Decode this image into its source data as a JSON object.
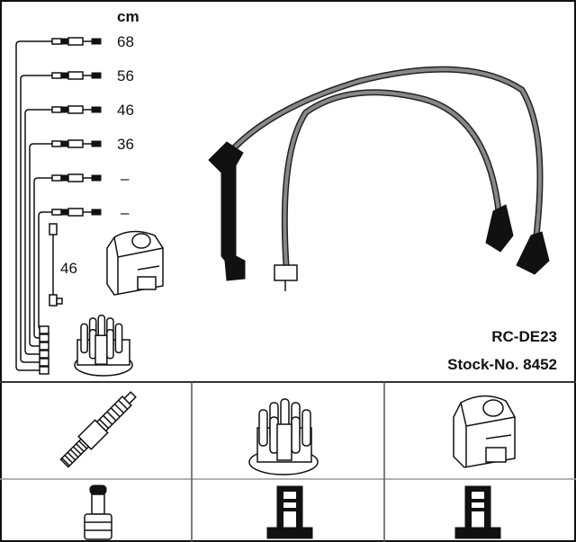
{
  "product": {
    "name": "RC-DE23",
    "stock_number": "Stock-No. 8452"
  },
  "lengths": {
    "unit": "cm",
    "leads": [
      "68",
      "56",
      "46",
      "36",
      "–",
      "–"
    ],
    "coil_lead": "46"
  },
  "compatibility": {
    "row1": [
      "spark-plug-icon",
      "distributor-cap-icon",
      "ignition-coil-icon"
    ],
    "row2": [
      "plug-terminal-icon",
      "socket-terminal-icon",
      "socket-terminal-icon"
    ]
  }
}
